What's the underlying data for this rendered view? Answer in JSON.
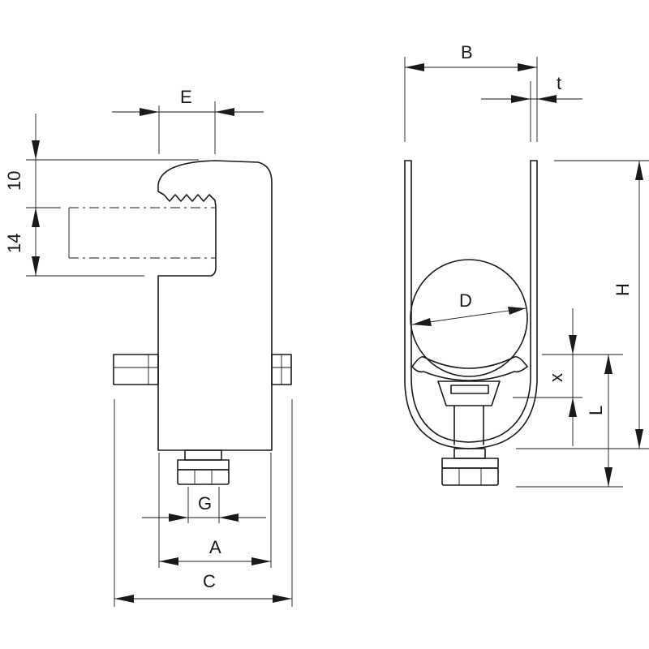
{
  "side_view": {
    "dims": {
      "E": "E",
      "d10": "10",
      "d14": "14",
      "G": "G",
      "A": "A",
      "C": "C"
    }
  },
  "front_view": {
    "dims": {
      "B": "B",
      "t": "t",
      "D": "D",
      "H": "H",
      "x": "x",
      "L": "L"
    }
  }
}
